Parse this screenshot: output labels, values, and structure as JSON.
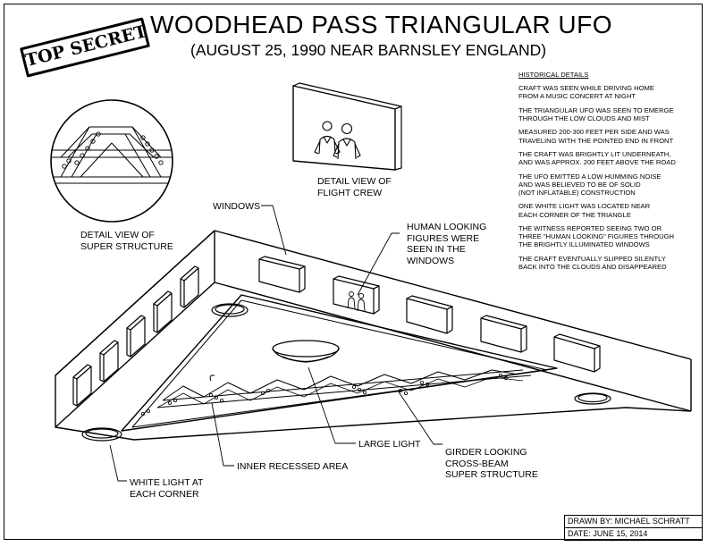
{
  "stamp": "TOP SECRET",
  "title": "WOODHEAD PASS TRIANGULAR UFO",
  "subtitle": "(AUGUST 25, 1990 NEAR BARNSLEY ENGLAND)",
  "labels": {
    "detail_super": [
      "DETAIL VIEW OF",
      "SUPER STRUCTURE"
    ],
    "detail_crew": [
      "DETAIL VIEW OF",
      "FLIGHT CREW"
    ],
    "windows": "WINDOWS",
    "human_figures": [
      "HUMAN LOOKING",
      "FIGURES WERE",
      "SEEN IN THE",
      "WINDOWS"
    ],
    "large_light": "LARGE LIGHT",
    "girder": [
      "GIRDER LOOKING",
      "CROSS-BEAM",
      "SUPER STRUCTURE"
    ],
    "inner_recessed": "INNER RECESSED AREA",
    "white_light": [
      "WHITE LIGHT AT",
      "EACH CORNER"
    ]
  },
  "historical": {
    "heading": "HISTORICAL DETAILS",
    "items": [
      "CRAFT WAS SEEN WHILE DRIVING HOME\nFROM A MUSIC CONCERT AT NIGHT",
      "THE TRIANGULAR UFO WAS SEEN TO EMERGE\nTHROUGH THE LOW CLOUDS AND MIST",
      "MEASURED 200-300 FEET PER SIDE AND WAS\nTRAVELING WITH THE POINTED END IN FRONT",
      "THE CRAFT WAS BRIGHTLY LIT UNDERNEATH,\nAND WAS APPROX. 200 FEET ABOVE THE ROAD",
      "THE UFO EMITTED A LOW HUMMING NOISE\nAND WAS BELIEVED TO BE OF SOLID\n(NOT INFLATABLE) CONSTRUCTION",
      "ONE WHITE LIGHT WAS LOCATED NEAR\nEACH CORNER OF THE TRIANGLE",
      "THE WITNESS REPORTED SEEING TWO OR\nTHREE \"HUMAN LOOKING\" FIGURES THROUGH\nTHE BRIGHTLY ILLUMINATED WINDOWS",
      "THE CRAFT EVENTUALLY SLIPPED SILENTLY\nBACK INTO THE CLOUDS AND DISAPPEARED"
    ]
  },
  "title_block": {
    "drawn_by": "DRAWN BY: MICHAEL SCHRATT",
    "date": "DATE: JUNE 15, 2014"
  }
}
